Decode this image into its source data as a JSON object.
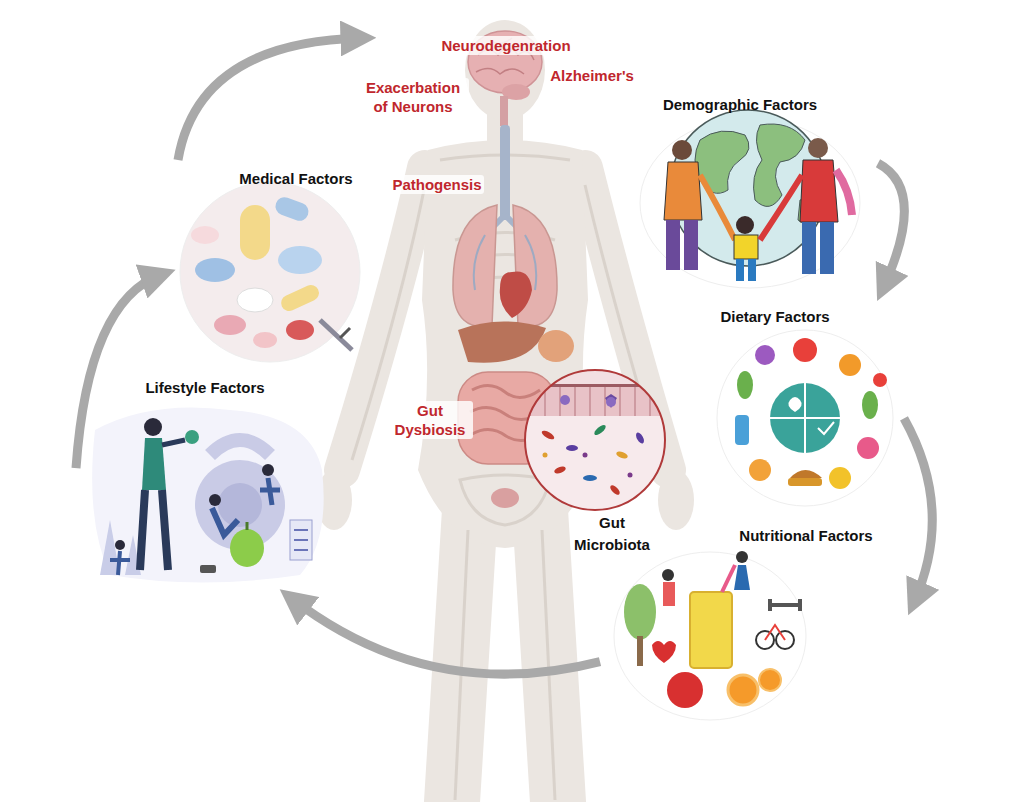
{
  "diagram": {
    "nodes": [
      {
        "text": [
          "Demographic Factors"
        ]
      },
      {
        "text": [
          "Dietary Factors"
        ]
      },
      {
        "text": [
          "Nutritional Factors"
        ]
      },
      {
        "text": [
          "Lifestyle Factors"
        ]
      },
      {
        "text": [
          "Medical Factors"
        ]
      },
      {
        "text": [
          "Gut Microbiota"
        ]
      }
    ],
    "edges": [
      {
        "from": 0,
        "to": 1,
        "arrow": "to"
      },
      {
        "from": 1,
        "to": 2,
        "arrow": "to"
      },
      {
        "from": 2,
        "to": 3,
        "arrow": "to"
      },
      {
        "from": 3,
        "to": 4,
        "arrow": "to"
      }
    ],
    "labels": [
      "Neurodegenration",
      "Exacerbation of Neurons",
      "Alzheimer's",
      "Pathogensis",
      "Gut Dysbiosis"
    ]
  }
}
